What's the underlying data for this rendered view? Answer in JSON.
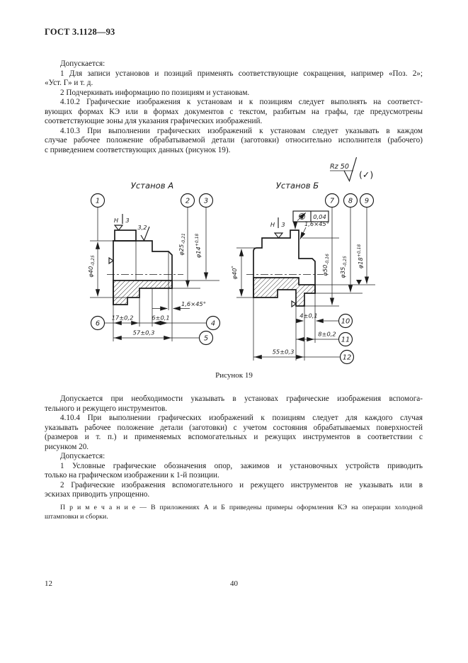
{
  "page": {
    "header": "ГОСТ 3.1128—93",
    "caption": "Рисунок 19",
    "page_num_left": "12",
    "page_num_center": "40"
  },
  "colors": {
    "ink": "#1c1c1c",
    "paper": "#ffffff"
  },
  "text": {
    "block1": [
      "Допускается:",
      "1  Для записи установов и позиций применять соответствующие сокращения, например «Поз. 2»;",
      "«Уст. Г» и т. д.",
      "2  Подчеркивать информацию по позициям и установам.",
      "4.10.2  Графические изображения к установам и к позициям следует выполнять на соответст-",
      "вующих формах КЭ или в формах документов с текстом, разбитым на графы, где предусмотрены",
      "соответствующие зоны для указания графических изображений.",
      "4.10.3  При выполнении графических изображений к установам следует указывать в каждом",
      "случае рабочее положение обрабатываемой детали (заготовки) относительно исполнителя (рабочего)",
      "с приведением соответствующих данных (рисунок 19)."
    ],
    "block2": [
      "Допускается при необходимости указывать в установах графические изображения вспомога-",
      "тельного и режущего инструментов.",
      "4.10.4  При выполнении графических изображений к позициям следует для каждого случая",
      "указывать рабочее положение детали (заготовки) с учетом состояния обрабатываемых поверхностей",
      "(размеров и т. п.) и применяемых вспомогательных и режущих инструментов в соответствии с",
      "рисунком 20.",
      "Допускается:",
      "1  Условные графические обозначения опор, зажимов и установочных устройств приводить",
      "только на графическом изображении к 1-й позиции.",
      "2  Графические изображения вспомогательного и режущего инструментов не указывать или в",
      "эскизах приводить упрощенно."
    ],
    "note": [
      "П р и м е ч а н и е  — В приложениях А и Б приведены примеры оформления КЭ на операции холодной",
      "штамповки и сборки."
    ]
  },
  "fig": {
    "a": {
      "title": "Установ А",
      "b1": "1",
      "b2": "2",
      "b3": "3",
      "b4": "4",
      "b5": "5",
      "b6": "6",
      "h": "Н",
      "h_val": "3",
      "rough": "3,2",
      "chamfer": "1,6×45°",
      "d40": {
        "d": "φ40",
        "t": "-0,25"
      },
      "d25": {
        "d": "φ25",
        "t": "-0,21"
      },
      "d14": {
        "d": "φ14",
        "t": "+0,18"
      },
      "dim17": "17±0,2",
      "dim6": "6±0,1",
      "dim57": "57±0,3"
    },
    "b": {
      "title": "Установ Б",
      "b7": "7",
      "b8": "8",
      "b9": "9",
      "b10": "10",
      "b11": "11",
      "b12": "12",
      "h": "Н",
      "h_val": "3",
      "chamfer": "1,6×45°",
      "rz": "Rz 50",
      "check": "(✓)",
      "runout": "0,04",
      "d40": {
        "d": "φ40",
        "t": "*"
      },
      "d50": {
        "d": "φ50",
        "t": "-0,16"
      },
      "d35": {
        "d": "φ35",
        "t": "-0,25"
      },
      "d18": {
        "d": "φ18",
        "t": "+0,18"
      },
      "dim4": "4±0,1",
      "dim8": "8±0,2",
      "dim55": "55±0,3"
    }
  }
}
